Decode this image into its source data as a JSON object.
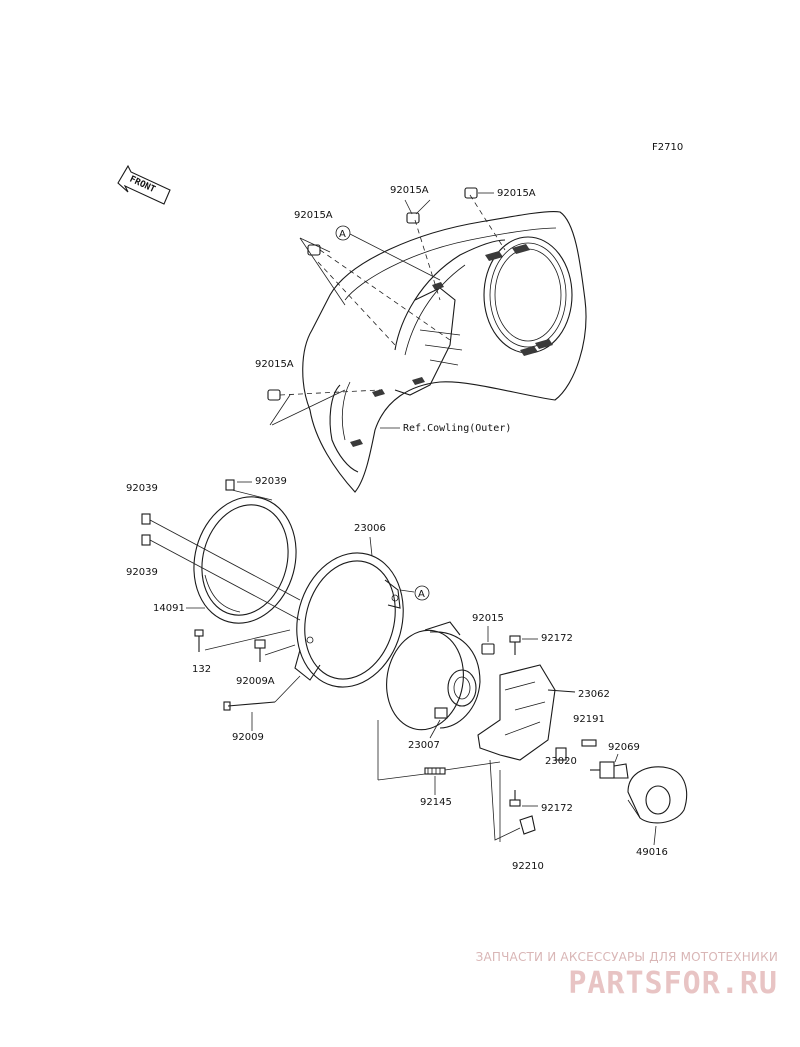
{
  "figure_code": "F2710",
  "front_label": "FRONT",
  "callout_a": "A",
  "ref_label": "Ref.Cowling(Outer)",
  "parts": {
    "p92015A_1": "92015A",
    "p92015A_2": "92015A",
    "p92015A_3": "92015A",
    "p92015A_4": "92015A",
    "p92039_1": "92039",
    "p92039_2": "92039",
    "p92039_3": "92039",
    "p23006": "23006",
    "p14091": "14091",
    "p132": "132",
    "p92009A": "92009A",
    "p92009": "92009",
    "p92015": "92015",
    "p92172_1": "92172",
    "p92172_2": "92172",
    "p23062": "23062",
    "p23007": "23007",
    "p92191": "92191",
    "p92069": "92069",
    "p23020": "23020",
    "p92145": "92145",
    "p92210": "92210",
    "p49016": "49016"
  },
  "watermark": {
    "tagline": "ЗАПЧАСТИ И АКСЕССУАРЫ ДЛЯ МОТОТЕХНИКИ",
    "logo": "PARTSFOR.RU"
  }
}
